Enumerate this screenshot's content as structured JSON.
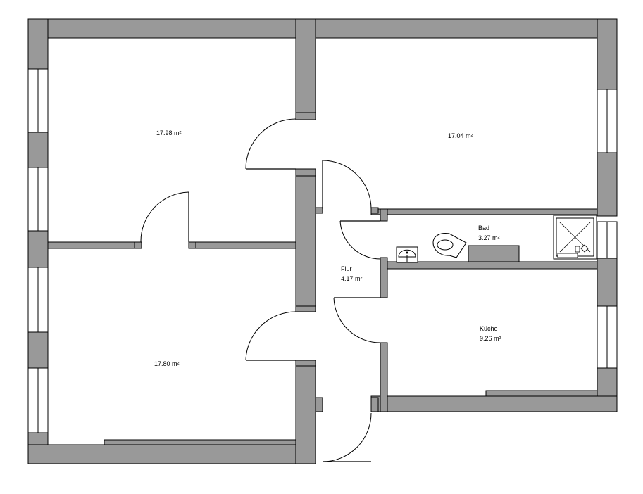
{
  "rooms": [
    {
      "name": "",
      "area": "17.98 m²"
    },
    {
      "name": "",
      "area": "17.04 m²"
    },
    {
      "name": "Bad",
      "area": "3.27 m²"
    },
    {
      "name": "Flur",
      "area": "4.17 m²"
    },
    {
      "name": "Küche",
      "area": "9.26 m²"
    },
    {
      "name": "",
      "area": "17.80 m²"
    }
  ],
  "colors": {
    "wall": "#999999",
    "line": "#000000",
    "background": "#ffffff"
  }
}
